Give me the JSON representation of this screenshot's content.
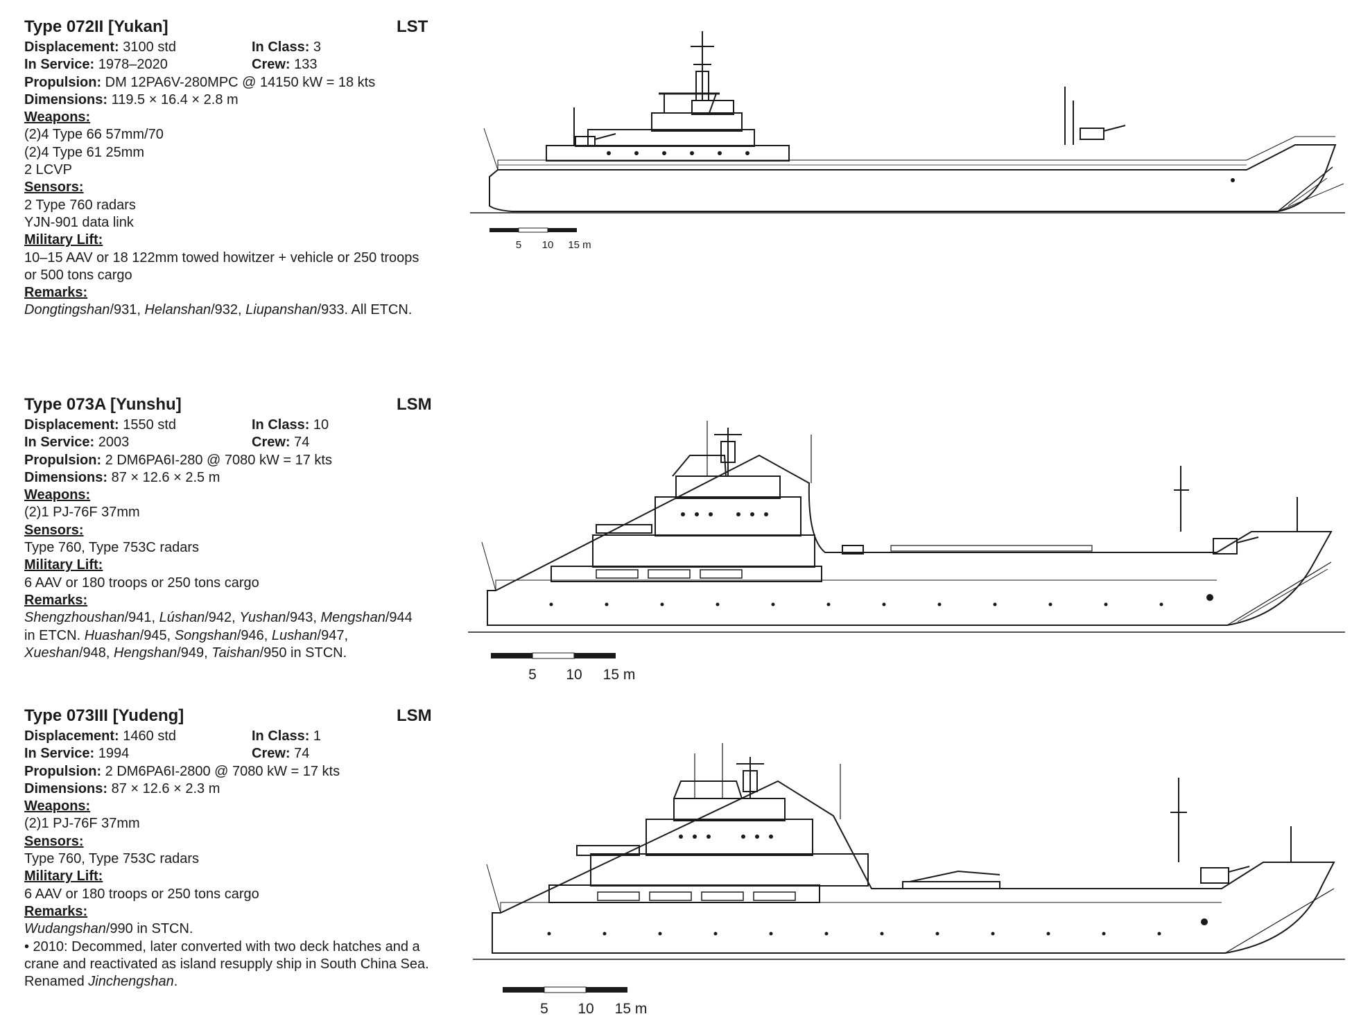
{
  "ships": [
    {
      "title": "Type 072II [Yukan]",
      "type_code": "LST",
      "displacement_label": "Displacement:",
      "displacement": " 3100 std",
      "in_class_label": "In Class:",
      "in_class": " 3",
      "in_service_label": "In Service:",
      "in_service": " 1978–2020",
      "crew_label": "Crew:",
      "crew": " 133",
      "propulsion_label": "Propulsion:",
      "propulsion": " DM 12PA6V-280MPC @ 14150 kW = 18 kts",
      "dimensions_label": "Dimensions:",
      "dimensions": " 119.5 × 16.4 × 2.8 m",
      "weapons_label": "Weapons:",
      "weapons": [
        "(2)4 Type 66 57mm/70",
        "(2)4 Type 61 25mm",
        "2 LCVP"
      ],
      "sensors_label": "Sensors:",
      "sensors": [
        "2 Type 760 radars",
        "YJN-901 data link"
      ],
      "lift_label": "Military Lift:",
      "lift": [
        "10–15 AAV or 18 122mm towed howitzer + vehicle or 250 troops",
        "or 500 tons cargo"
      ],
      "remarks_label": "Remarks:",
      "remarks": [
        {
          "i": "Dongtingshan",
          "t": "/931, "
        },
        {
          "i": "Helanshan",
          "t": "/932, "
        },
        {
          "i": "Liupanshan",
          "t": "/933. All ETCN."
        }
      ],
      "scale": [
        "5",
        "10",
        "15 m"
      ]
    },
    {
      "title": "Type 073A [Yunshu]",
      "type_code": "LSM",
      "displacement_label": "Displacement:",
      "displacement": " 1550 std",
      "in_class_label": "In Class:",
      "in_class": " 10",
      "in_service_label": "In Service:",
      "in_service": " 2003",
      "crew_label": "Crew:",
      "crew": " 74",
      "propulsion_label": "Propulsion:",
      "propulsion": " 2 DM6PA6I-280 @ 7080 kW = 17 kts",
      "dimensions_label": "Dimensions:",
      "dimensions": " 87 × 12.6 × 2.5 m",
      "weapons_label": "Weapons:",
      "weapons": [
        "(2)1 PJ-76F 37mm"
      ],
      "sensors_label": "Sensors:",
      "sensors": [
        "Type 760, Type 753C radars"
      ],
      "lift_label": "Military Lift:",
      "lift": [
        "6 AAV or 180 troops or 250 tons cargo"
      ],
      "remarks_label": "Remarks:",
      "remarks_lines": [
        [
          {
            "i": "Shengzhoushan",
            "t": "/941, "
          },
          {
            "i": "Lúshan",
            "t": "/942, "
          },
          {
            "i": "Yushan",
            "t": "/943, "
          },
          {
            "i": "Mengshan",
            "t": "/944"
          }
        ],
        [
          {
            "i": "",
            "t": "in ETCN. "
          },
          {
            "i": "Huashan",
            "t": "/945, "
          },
          {
            "i": "Songshan",
            "t": "/946, "
          },
          {
            "i": "Lushan",
            "t": "/947,"
          }
        ],
        [
          {
            "i": "Xueshan",
            "t": "/948, "
          },
          {
            "i": "Hengshan",
            "t": "/949, "
          },
          {
            "i": "Taishan",
            "t": "/950 in STCN."
          }
        ]
      ],
      "scale": [
        "5",
        "10",
        "15 m"
      ]
    },
    {
      "title": "Type 073III [Yudeng]",
      "type_code": "LSM",
      "displacement_label": "Displacement:",
      "displacement": " 1460 std",
      "in_class_label": "In Class:",
      "in_class": " 1",
      "in_service_label": "In Service:",
      "in_service": " 1994",
      "crew_label": "Crew:",
      "crew": " 74",
      "propulsion_label": "Propulsion:",
      "propulsion": " 2 DM6PA6I-2800 @ 7080 kW = 17 kts",
      "dimensions_label": "Dimensions:",
      "dimensions": " 87 × 12.6 × 2.3 m",
      "weapons_label": "Weapons:",
      "weapons": [
        "(2)1 PJ-76F 37mm"
      ],
      "sensors_label": "Sensors:",
      "sensors": [
        "Type 760, Type 753C radars"
      ],
      "lift_label": "Military Lift:",
      "lift": [
        "6 AAV or 180 troops or 250 tons cargo"
      ],
      "remarks_label": "Remarks:",
      "remarks_lines": [
        [
          {
            "i": "Wudangshan",
            "t": "/990 in STCN."
          }
        ],
        [
          {
            "i": "",
            "t": "• 2010: Decommed, later converted with two deck hatches and a"
          }
        ],
        [
          {
            "i": "",
            "t": "crane and reactivated as island resupply ship in South China Sea."
          }
        ],
        [
          {
            "i": "",
            "t": "Renamed "
          },
          {
            "i": "Jinchengshan",
            "t": "."
          }
        ]
      ],
      "scale": [
        "5",
        "10",
        "15 m"
      ]
    }
  ]
}
